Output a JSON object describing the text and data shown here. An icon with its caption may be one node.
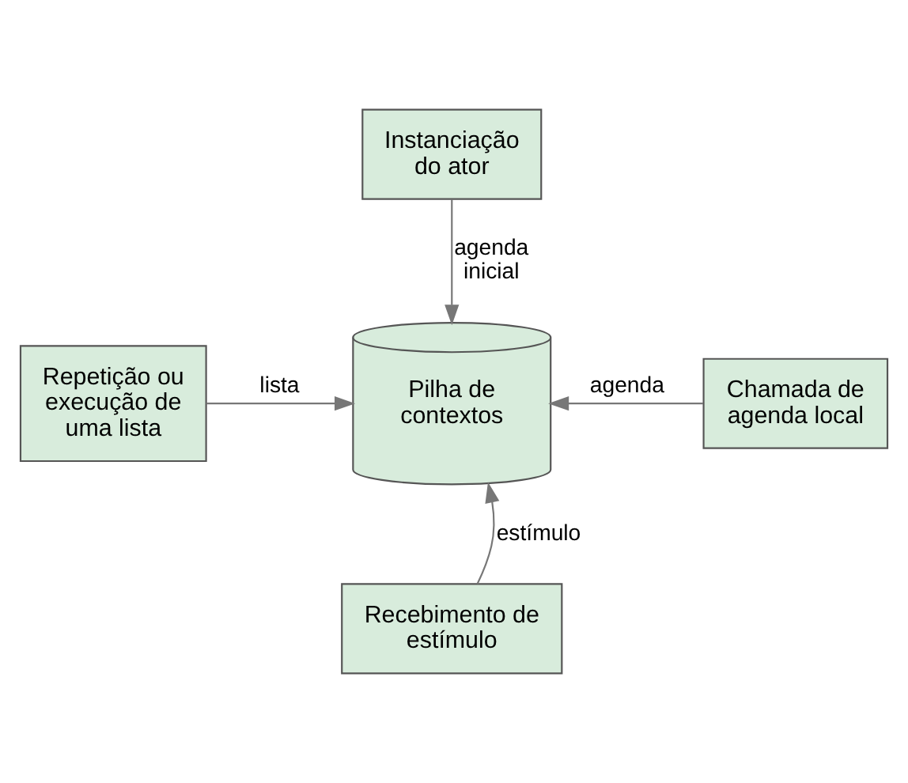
{
  "diagram": {
    "nodes": [
      {
        "text": [
          "Instanciação do ator"
        ]
      },
      {
        "text": [
          "Repetição ou execução de uma lista"
        ]
      },
      {
        "text": [
          "Pilha de contextos"
        ]
      },
      {
        "text": [
          "Chamada de agenda local"
        ]
      },
      {
        "text": [
          "Recebimento de estímulo"
        ]
      }
    ],
    "edges": [
      {
        "from": 0,
        "to": 2,
        "arrow": "to",
        "label": "agenda inicial"
      },
      {
        "from": 1,
        "to": 2,
        "arrow": "to",
        "label": "lista"
      },
      {
        "from": 3,
        "to": 2,
        "arrow": "to",
        "label": "agenda"
      },
      {
        "from": 4,
        "to": 2,
        "arrow": "to",
        "label": "estímulo"
      }
    ]
  }
}
